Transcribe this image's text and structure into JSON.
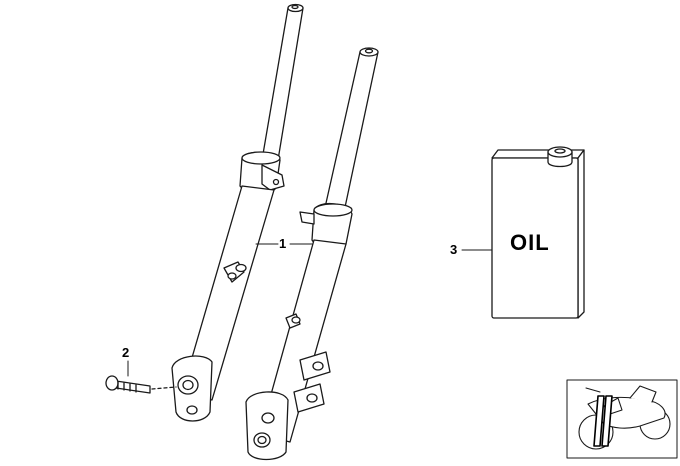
{
  "diagram": {
    "callouts": [
      {
        "id": "1",
        "label": "1"
      },
      {
        "id": "2",
        "label": "2"
      },
      {
        "id": "3",
        "label": "3"
      }
    ],
    "container_label": "OIL",
    "stroke_color": "#1a1a1a",
    "fill_color": "#ffffff"
  }
}
